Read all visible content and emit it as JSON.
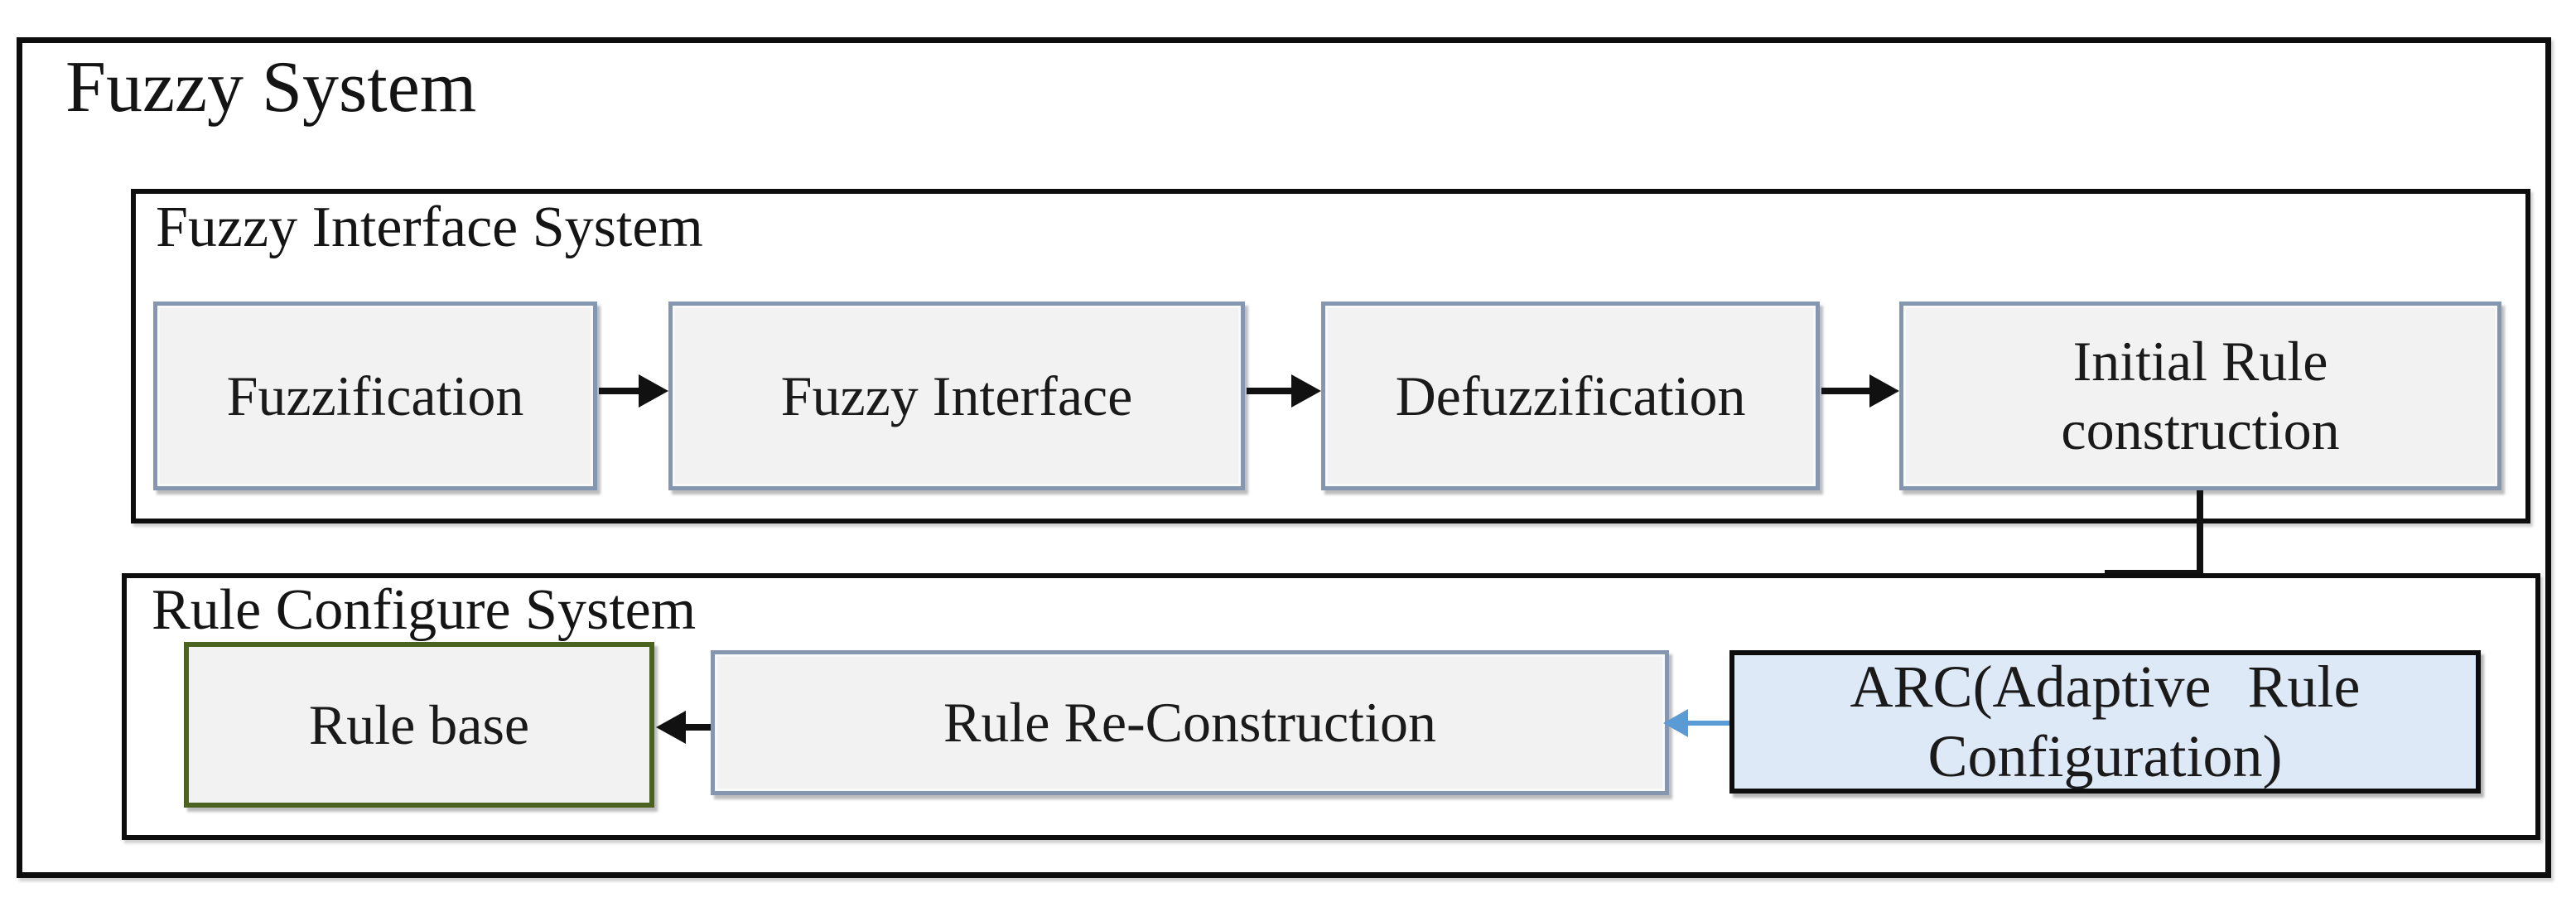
{
  "diagram": {
    "title": "Fuzzy System"
  },
  "fuzzy_interface_system": {
    "label": "Fuzzy Interface System",
    "boxes": {
      "fuzzification": "Fuzzification",
      "fuzzy_interface": "Fuzzy Interface",
      "defuzzification": "Defuzzification",
      "initial_rule_full": "Initial Rule construction",
      "initial_rule_line1": "Initial Rule",
      "initial_rule_line2": "construction"
    }
  },
  "rule_configure_system": {
    "label": "Rule Configure System",
    "boxes": {
      "rule_base": "Rule base",
      "rule_reconstruction": "Rule Re-Construction",
      "arc_full": "ARC(Adaptive Rule Configuration)",
      "arc_line1": "ARC(Adaptive Rule",
      "arc_line2": "Configuration)"
    }
  },
  "connections": [
    {
      "from": "Fuzzification",
      "to": "Fuzzy Interface",
      "style": "black-arrow"
    },
    {
      "from": "Fuzzy Interface",
      "to": "Defuzzification",
      "style": "black-arrow"
    },
    {
      "from": "Defuzzification",
      "to": "Initial Rule construction",
      "style": "black-arrow"
    },
    {
      "from": "Initial Rule construction",
      "to": "ARC(Adaptive Rule Configuration)",
      "style": "black-elbow-arrow"
    },
    {
      "from": "ARC(Adaptive Rule Configuration)",
      "to": "Rule Re-Construction",
      "style": "blue-arrow"
    },
    {
      "from": "Rule Re-Construction",
      "to": "Rule base",
      "style": "black-arrow"
    }
  ],
  "colors": {
    "frame_border": "#0d0d0d",
    "process_fill": "#f2f2f2",
    "process_border_blue": "#8496b0",
    "rule_base_border_green": "#4a6320",
    "arc_fill": "#dde9f6",
    "arc_border": "#0d0d0d",
    "arrow_black": "#111111",
    "arrow_blue": "#5b9bd5",
    "background": "#ffffff"
  }
}
